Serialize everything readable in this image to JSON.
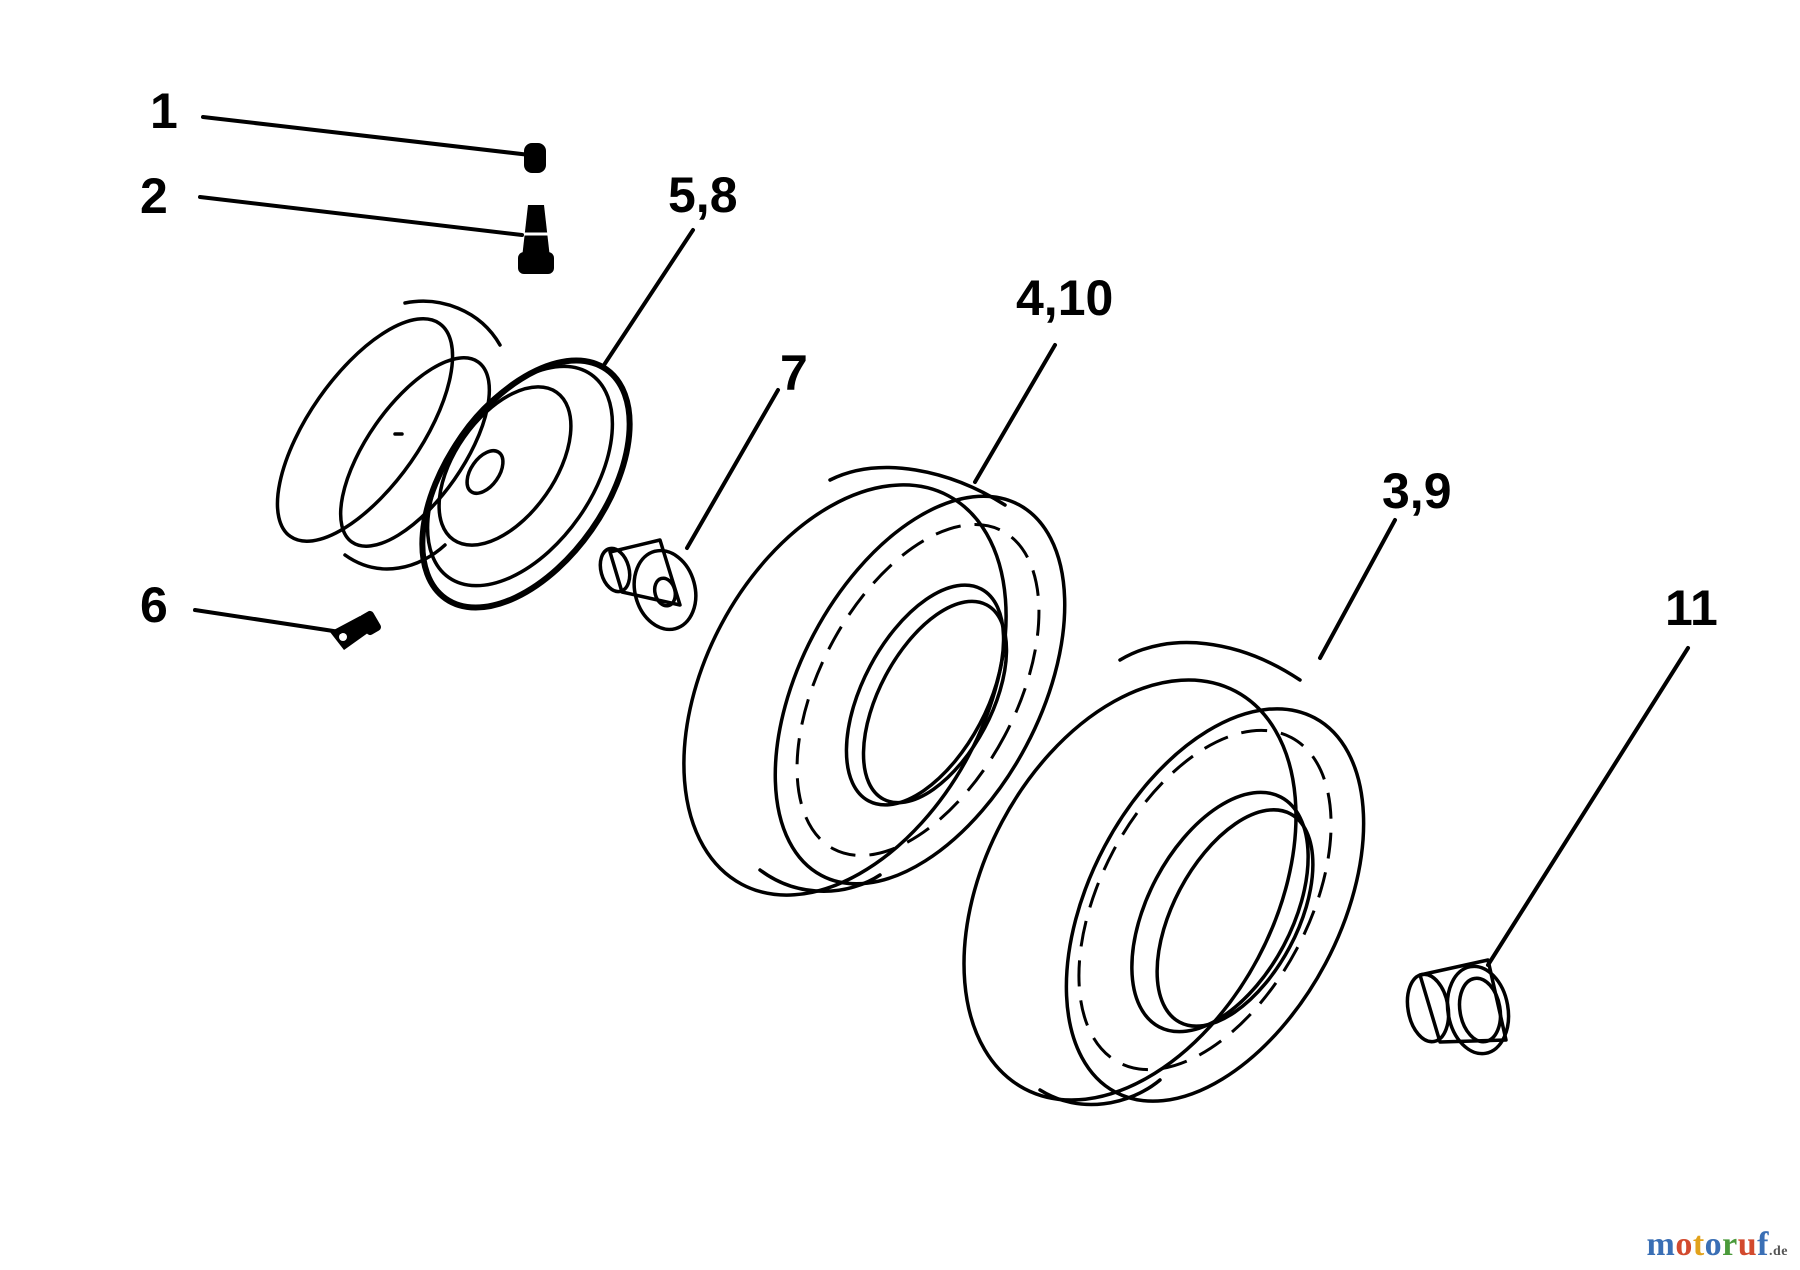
{
  "callouts": {
    "c1": "1",
    "c2": "2",
    "c58": "5,8",
    "c7": "7",
    "c410": "4,10",
    "c39": "3,9",
    "c6": "6",
    "c11": "11"
  },
  "watermark": {
    "letters": [
      "m",
      "o",
      "t",
      "o",
      "r",
      "u",
      "f"
    ],
    "colors": [
      "#3a6fb5",
      "#d24a2e",
      "#e2a21b",
      "#3a6fb5",
      "#4a9a3a",
      "#d24a2e",
      "#3a6fb5"
    ],
    "suffix": ".de"
  }
}
